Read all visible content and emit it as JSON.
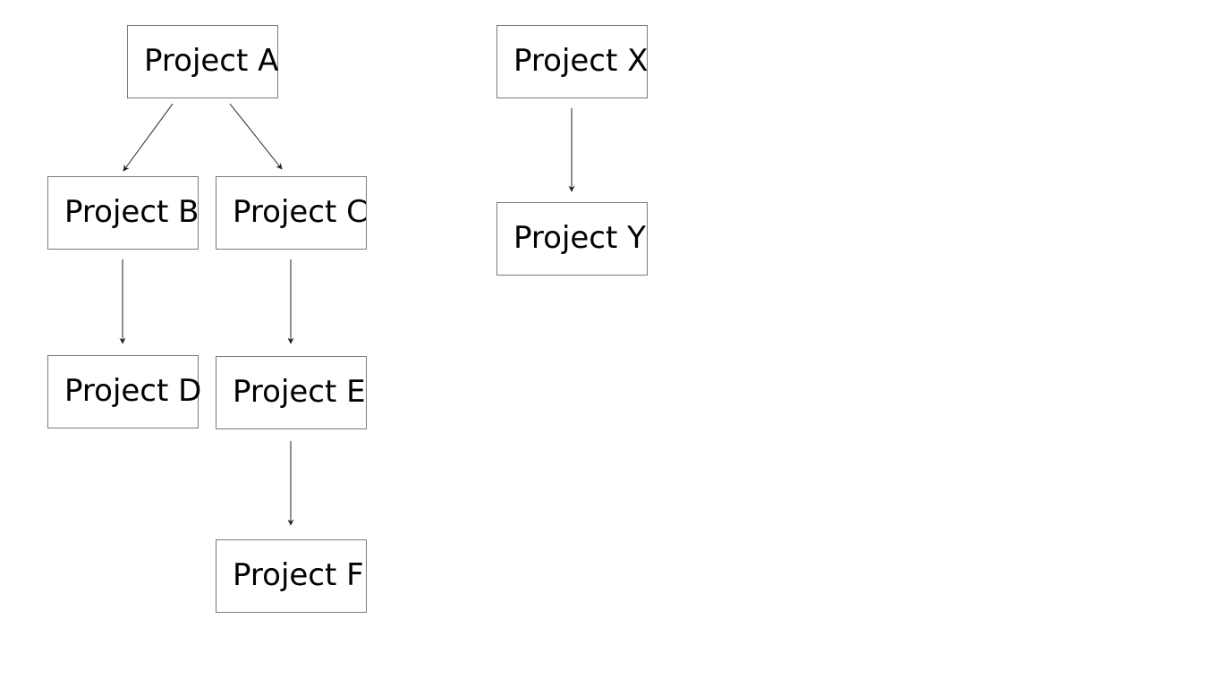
{
  "nodes": {
    "a": {
      "label": "Project A"
    },
    "b": {
      "label": "Project B"
    },
    "c": {
      "label": "Project C"
    },
    "d": {
      "label": "Project D"
    },
    "e": {
      "label": "Project E"
    },
    "f": {
      "label": "Project F"
    },
    "x": {
      "label": "Project X"
    },
    "y": {
      "label": "Project Y"
    }
  },
  "edges": [
    {
      "from": "a",
      "to": "b"
    },
    {
      "from": "a",
      "to": "c"
    },
    {
      "from": "b",
      "to": "d"
    },
    {
      "from": "c",
      "to": "e"
    },
    {
      "from": "e",
      "to": "f"
    },
    {
      "from": "x",
      "to": "y"
    }
  ],
  "colors": {
    "node_border": "#7a7a7a",
    "edge": "#222222",
    "text": "#000000",
    "background": "#ffffff"
  }
}
